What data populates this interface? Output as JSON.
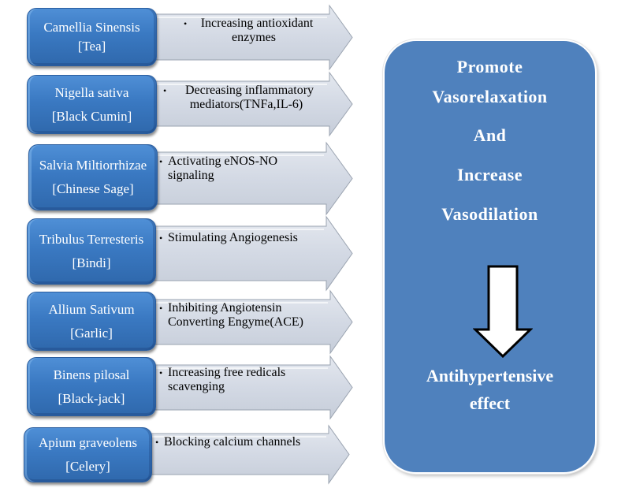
{
  "diagram": {
    "herbs": [
      {
        "name": "Camellia Sinensis",
        "common": "[Tea]",
        "effect_lines": [
          "Increasing antioxidant",
          "enzymes"
        ],
        "effect_centered": true
      },
      {
        "name": "Nigella sativa",
        "common": "[Black Cumin]",
        "effect_lines": [
          "Decreasing inflammatory",
          "mediators(TNFa,IL-6)"
        ],
        "effect_centered": true
      },
      {
        "name": "Salvia Miltiorrhizae",
        "common": "[Chinese Sage]",
        "effect_lines": [
          "Activating eNOS-NO",
          "signaling"
        ],
        "effect_centered": false
      },
      {
        "name": "Tribulus Terresteris",
        "common": "[Bindi]",
        "effect_lines": [
          "Stimulating Angiogenesis"
        ],
        "effect_centered": false
      },
      {
        "name": "Allium Sativum",
        "common": "[Garlic]",
        "effect_lines": [
          "Inhibiting Angiotensin",
          "Converting Engyme(ACE)"
        ],
        "effect_centered": false
      },
      {
        "name": "Binens pilosal",
        "common": "[Black-jack]",
        "effect_lines": [
          "Increasing free redicals",
          "scavenging"
        ],
        "effect_centered": false
      },
      {
        "name": "Apium graveolens",
        "common": "[Celery]",
        "effect_lines": [
          "Blocking calcium channels"
        ],
        "effect_centered": false
      }
    ],
    "bullet": "•",
    "outcome_panel": {
      "lines": [
        "Promote",
        "Vasorelaxation",
        "And",
        "Increase",
        "Vasodilation"
      ],
      "result_lines": [
        "Antihypertensive",
        "effect"
      ],
      "arrow_icon": "down-arrow-icon"
    },
    "colors": {
      "herb_box": "#3a79c2",
      "effect_arrow": "#d5dbe6",
      "panel": "#4f81bd",
      "panel_text": "#ffffff"
    }
  }
}
